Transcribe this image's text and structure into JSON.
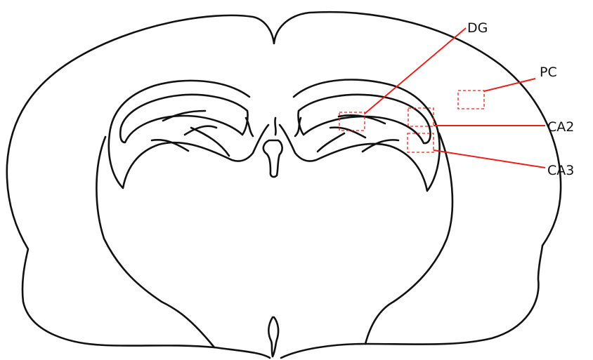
{
  "regions": [
    {
      "id": "dg",
      "label": "DG"
    },
    {
      "id": "pc",
      "label": "PC"
    },
    {
      "id": "ca2",
      "label": "CA2"
    },
    {
      "id": "ca3",
      "label": "CA3"
    }
  ],
  "colors": {
    "outline": "#111111",
    "annotation": "#e8201c"
  }
}
